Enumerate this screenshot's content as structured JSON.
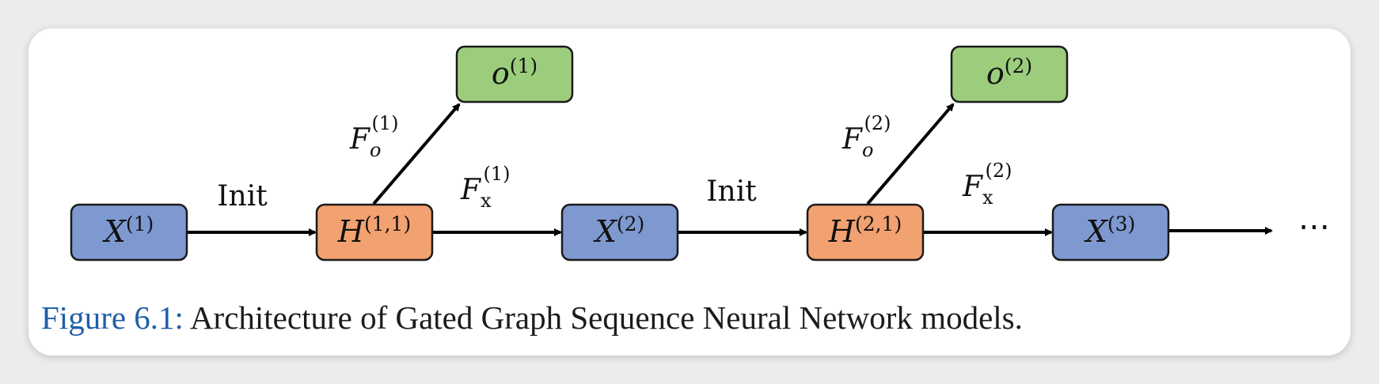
{
  "nodes": {
    "x1": {
      "base": "X",
      "sup": "(1)",
      "fill": "#7e98d0"
    },
    "h11": {
      "base": "H",
      "sup": "(1,1)",
      "fill": "#f2a170"
    },
    "o1": {
      "base": "o",
      "sup": "(1)",
      "fill": "#9ccd7c"
    },
    "x2": {
      "base": "X",
      "sup": "(2)",
      "fill": "#7e98d0"
    },
    "h21": {
      "base": "H",
      "sup": "(2,1)",
      "fill": "#f2a170"
    },
    "o2": {
      "base": "o",
      "sup": "(2)",
      "fill": "#9ccd7c"
    },
    "x3": {
      "base": "X",
      "sup": "(3)",
      "fill": "#7e98d0"
    }
  },
  "edges": {
    "init1": "Init",
    "fo1": {
      "base": "F",
      "sub": "o",
      "sup": "(1)"
    },
    "fx1": {
      "base": "F",
      "sub": "x",
      "sup": "(1)"
    },
    "init2": "Init",
    "fo2": {
      "base": "F",
      "sub": "o",
      "sup": "(2)"
    },
    "fx2": {
      "base": "F",
      "sub": "x",
      "sup": "(2)"
    }
  },
  "continuation": "⋯",
  "caption": {
    "label": "Figure 6.1:",
    "text": "Architecture of Gated Graph Sequence Neural Network models."
  },
  "colors": {
    "input_node": "#7e98d0",
    "hidden_node": "#f2a170",
    "output_node": "#9ccd7c",
    "figure_label": "#1f5fa8"
  }
}
